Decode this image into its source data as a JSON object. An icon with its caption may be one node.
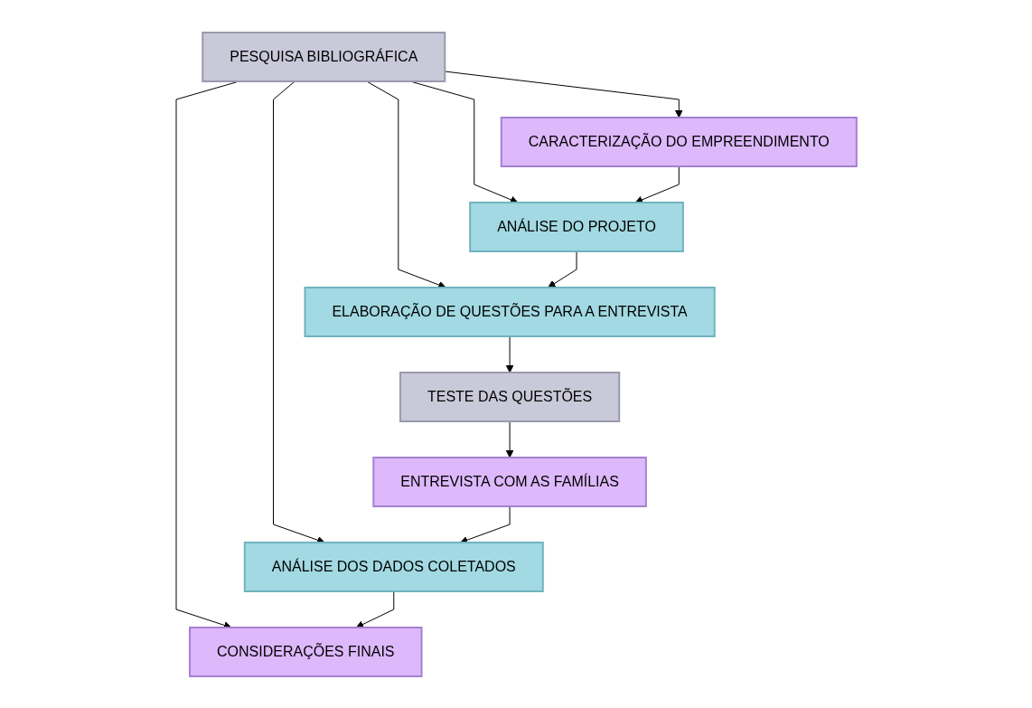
{
  "diagram": {
    "nodes": [
      {
        "text": [
          "PESQUISA BIBLIOGRÁFICA"
        ]
      },
      {
        "text": [
          "CARACTERIZAÇÃO DO EMPREENDIMENTO"
        ]
      },
      {
        "text": [
          "ANÁLISE DO PROJETO"
        ]
      },
      {
        "text": [
          "ELABORAÇÃO DE QUESTÕES PARA A ENTREVISTA"
        ]
      },
      {
        "text": [
          "TESTE DAS QUESTÕES"
        ]
      },
      {
        "text": [
          "ENTREVISTA COM AS FAMÍLIAS"
        ]
      },
      {
        "text": [
          "ANÁLISE DOS DADOS COLETADOS"
        ]
      },
      {
        "text": [
          "CONSIDERAÇÕES FINAIS"
        ]
      }
    ],
    "edges": [
      {
        "from": 0,
        "to": 1,
        "arrow": "to"
      },
      {
        "from": 0,
        "to": 2,
        "arrow": "to"
      },
      {
        "from": 0,
        "to": 3,
        "arrow": "to"
      },
      {
        "from": 0,
        "to": 6,
        "arrow": "to"
      },
      {
        "from": 0,
        "to": 7,
        "arrow": "to"
      },
      {
        "from": 1,
        "to": 2,
        "arrow": "to"
      },
      {
        "from": 2,
        "to": 3,
        "arrow": "to"
      },
      {
        "from": 3,
        "to": 4,
        "arrow": "to"
      },
      {
        "from": 4,
        "to": 5,
        "arrow": "to"
      },
      {
        "from": 5,
        "to": 6,
        "arrow": "to"
      },
      {
        "from": 6,
        "to": 7,
        "arrow": "to"
      }
    ]
  }
}
